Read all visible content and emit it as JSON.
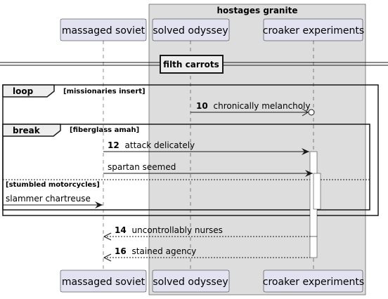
{
  "box": {
    "title": "hostages granite"
  },
  "participants": {
    "massaged_soviet": "massaged soviet",
    "solved_odyssey": "solved odyssey",
    "croaker_experiments": "croaker experiments"
  },
  "divider": {
    "label": "filth carrots"
  },
  "loop": {
    "keyword": "loop",
    "guard": "[missionaries insert]"
  },
  "break": {
    "keyword": "break",
    "guard": "[fiberglass amah]",
    "else_guard": "[stumbled motorcycles]"
  },
  "messages": [
    {
      "num": "10",
      "text": "chronically melancholy"
    },
    {
      "num": "12",
      "text": "attack delicately"
    },
    {
      "num": "",
      "text": "spartan seemed"
    },
    {
      "num": "",
      "text": "slammer chartreuse"
    },
    {
      "num": "14",
      "text": "uncontrollably nurses"
    },
    {
      "num": "16",
      "text": "stained agency"
    }
  ],
  "colors": {
    "participant_fill": "#E2E2F0",
    "participant_border": "#181818",
    "box_fill": "#DDDDDD",
    "fragment_tab_fill": "#EEEEEE",
    "line": "#181818",
    "lifeline": "#181818"
  }
}
